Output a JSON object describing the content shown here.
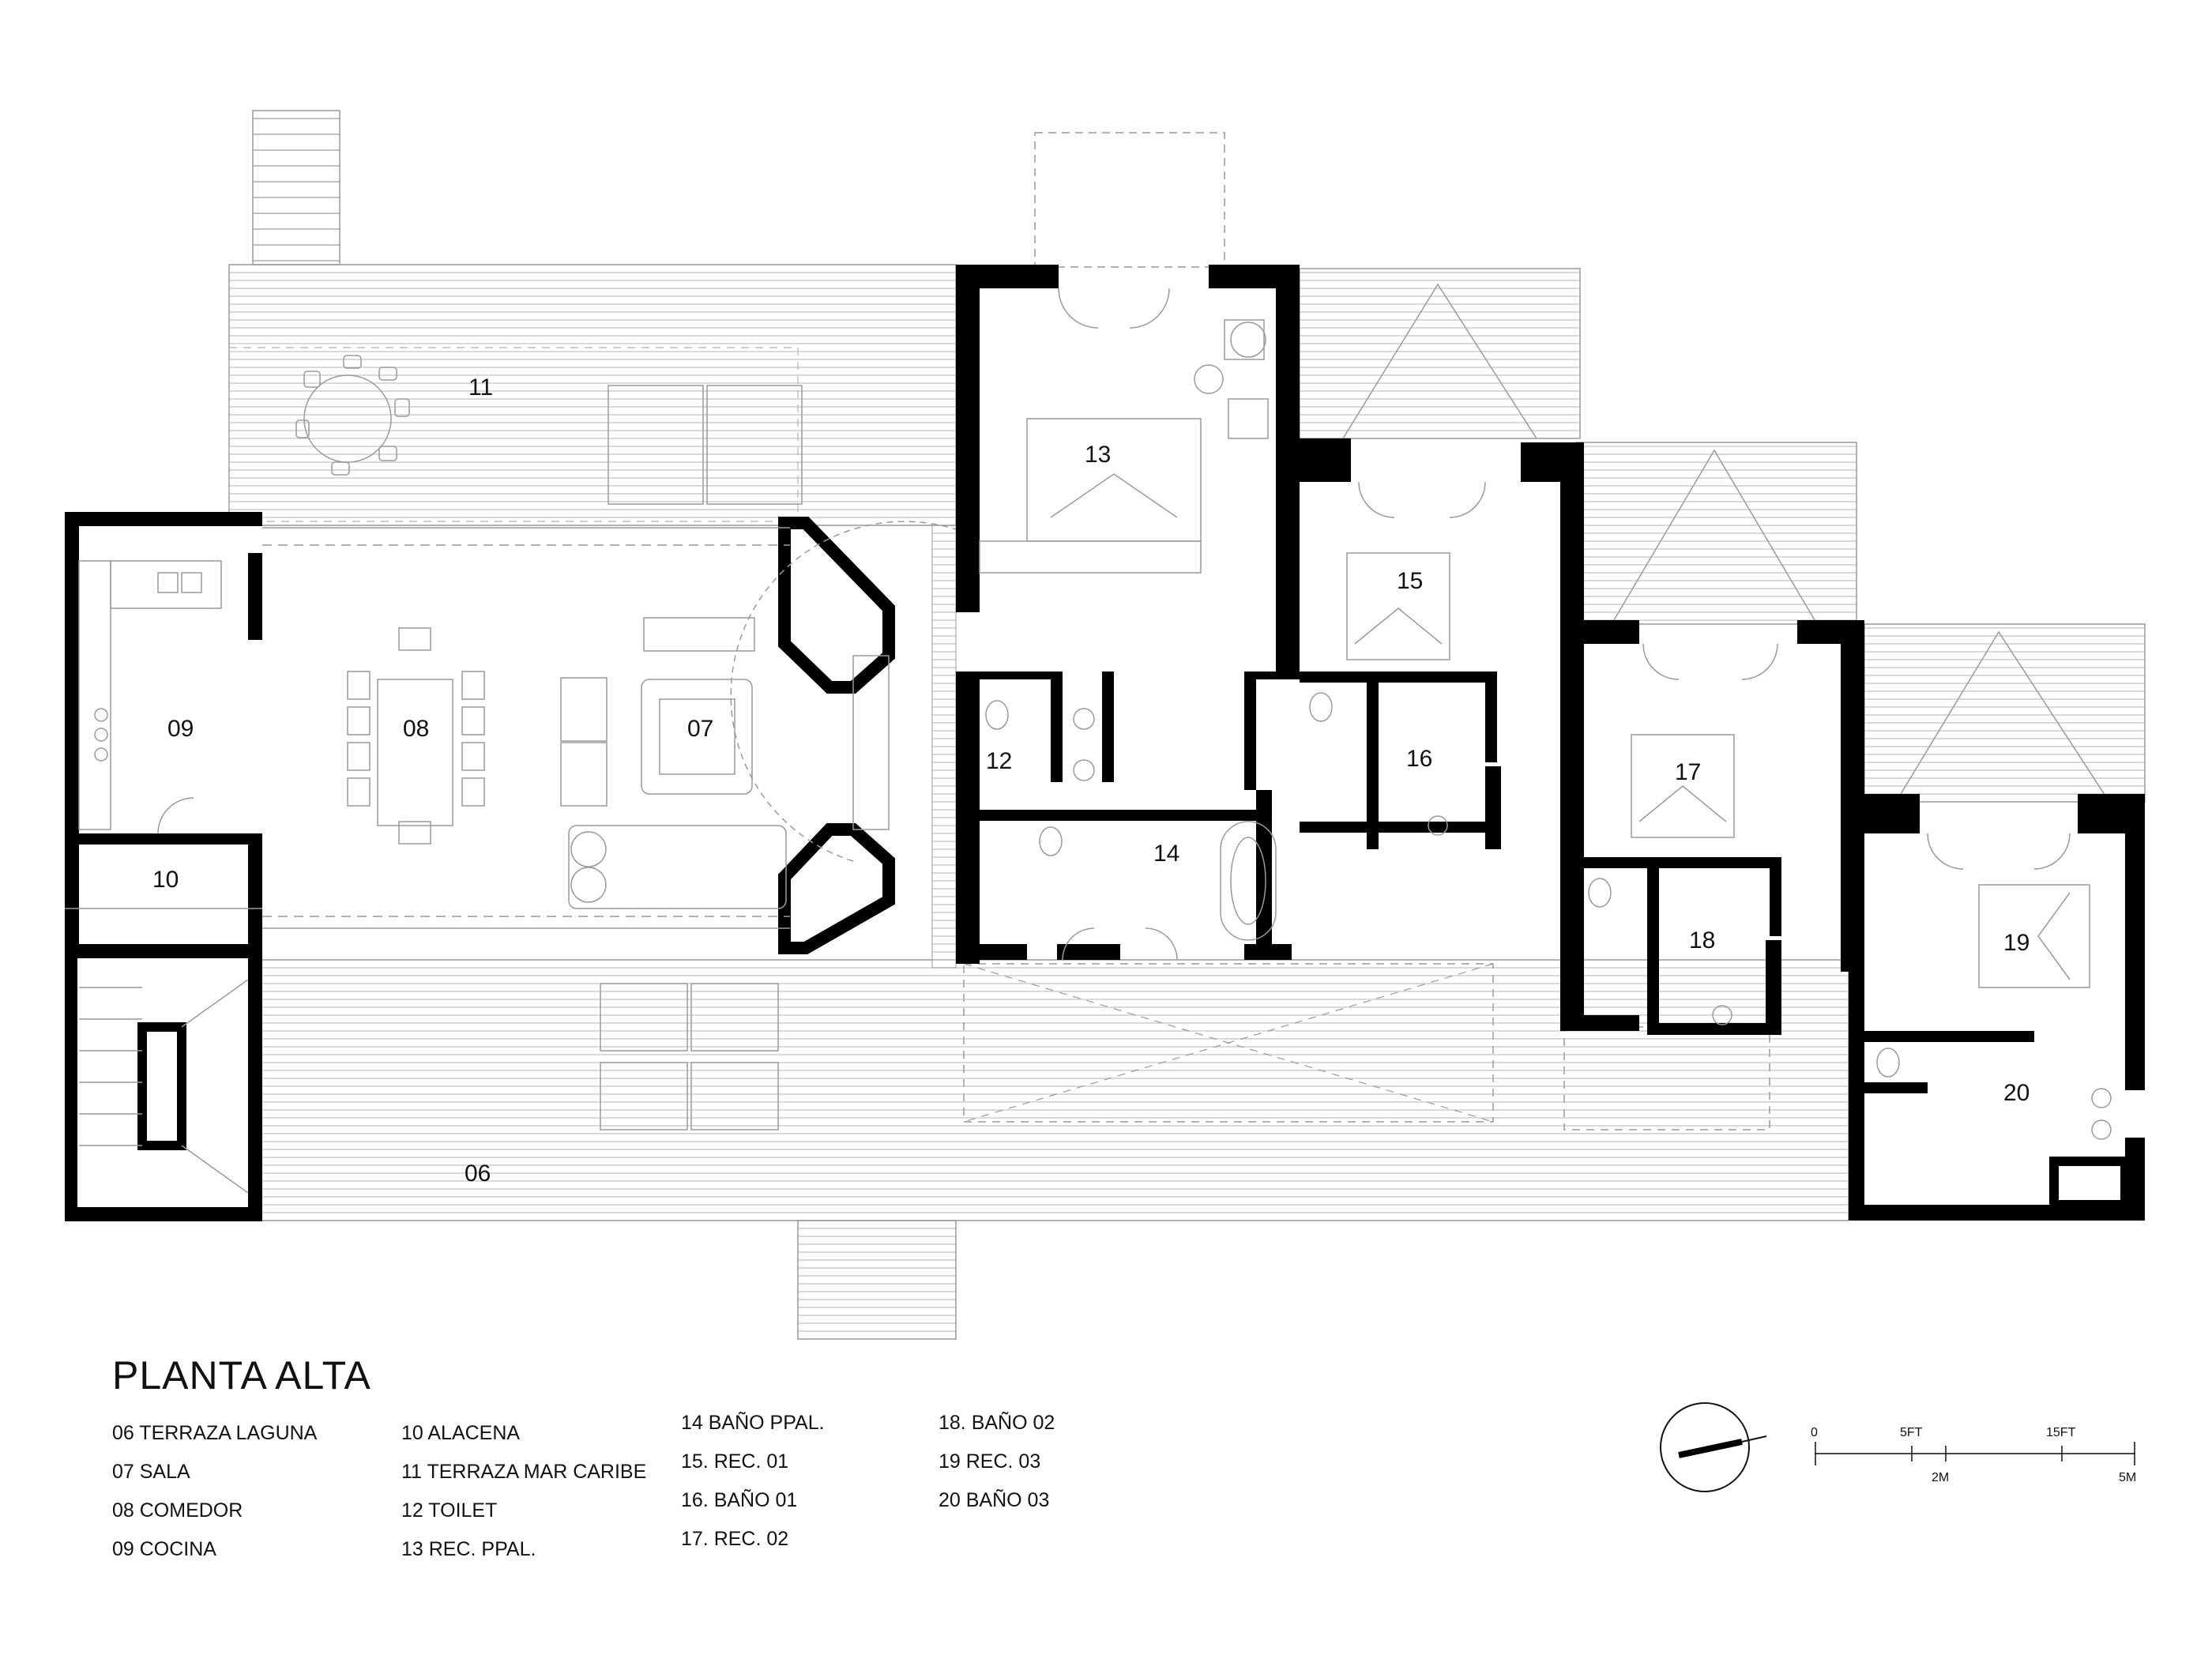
{
  "title": "PLANTA ALTA",
  "rooms": {
    "r06": "06",
    "r07": "07",
    "r08": "08",
    "r09": "09",
    "r10": "10",
    "r11": "11",
    "r12": "12",
    "r13": "13",
    "r14": "14",
    "r15": "15",
    "r16": "16",
    "r17": "17",
    "r18": "18",
    "r19": "19",
    "r20": "20"
  },
  "legend": {
    "col1": [
      "06 TERRAZA LAGUNA",
      "07 SALA",
      "08 COMEDOR",
      "09 COCINA"
    ],
    "col2": [
      "10 ALACENA",
      "11 TERRAZA MAR CARIBE",
      "12 TOILET",
      "13 REC. PPAL."
    ],
    "col3": [
      "14 BAÑO PPAL.",
      "15. REC. 01",
      "16. BAÑO 01",
      "17. REC. 02"
    ],
    "col4": [
      "18. BAÑO 02",
      "19 REC. 03",
      "20 BAÑO 03"
    ]
  },
  "scale": {
    "ft_0": "0",
    "ft_5": "5FT",
    "ft_15": "15FT",
    "m_2": "2M",
    "m_5": "5M"
  },
  "colors": {
    "wall": "#000000",
    "line": "#9a9a9a",
    "text": "#111111"
  }
}
